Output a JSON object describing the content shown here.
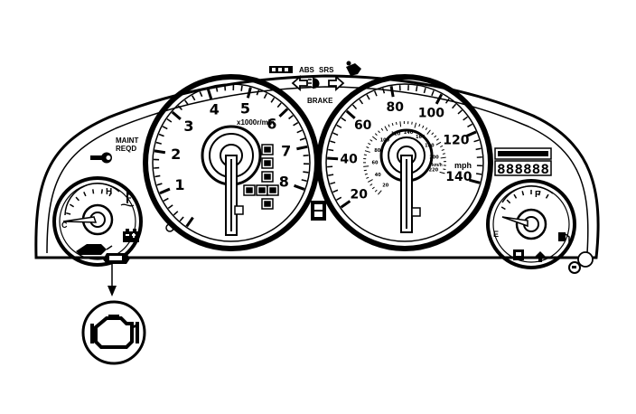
{
  "tachometer": {
    "numbers": [
      "1",
      "2",
      "3",
      "4",
      "5",
      "6",
      "7",
      "8"
    ],
    "unit": "x1000r/min"
  },
  "speedometer": {
    "outer_numbers": [
      "20",
      "40",
      "60",
      "80",
      "100",
      "120",
      "140"
    ],
    "inner_numbers": [
      "20",
      "40",
      "60",
      "80",
      "100",
      "120",
      "140",
      "160",
      "180",
      "200",
      "220"
    ],
    "unit_mph": "mph",
    "unit_kmh": "km/h"
  },
  "warning_lights": {
    "top": [
      "ABS",
      "SRS"
    ],
    "brake": "BRAKE",
    "maint_reqd": [
      "MAINT",
      "REQD"
    ]
  },
  "temp_gauge": {
    "hot": "H",
    "cold": "C"
  },
  "fuel_gauge": {
    "full": "F",
    "empty": "E"
  },
  "odometer": {
    "digits": "888888"
  },
  "colors": {
    "ink": "#000000",
    "paper": "#ffffff"
  }
}
